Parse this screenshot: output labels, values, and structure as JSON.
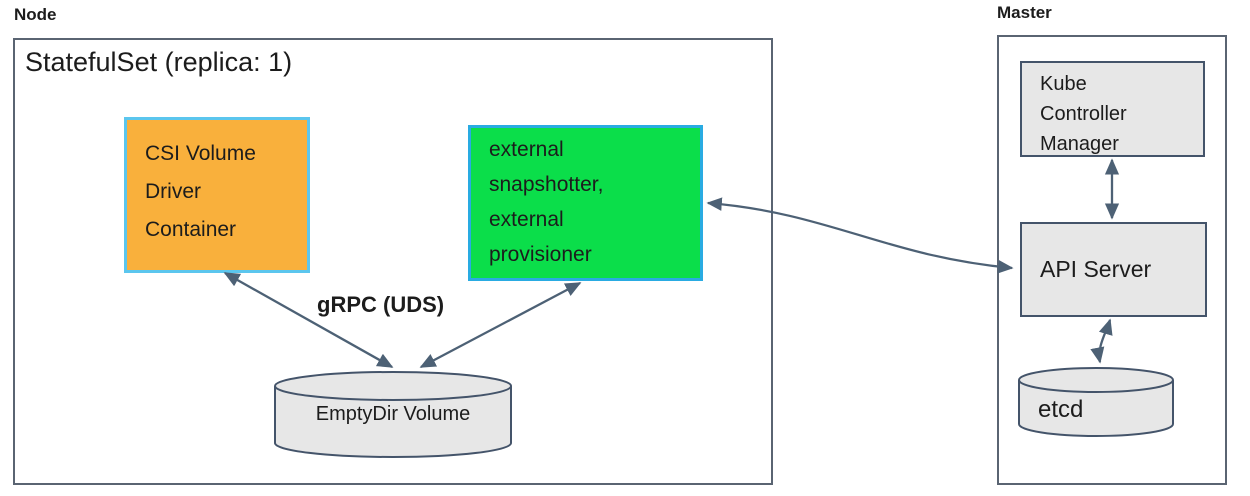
{
  "colors": {
    "orange_fill": "#F9B03C",
    "orange_border": "#5BC6EE",
    "green_fill": "#0BDE4A",
    "green_border": "#29ABE2",
    "gray_fill": "#E7E7E7",
    "gray_border": "#44546A",
    "outer_border": "#5A6472",
    "arrow": "#4D6175"
  },
  "node": {
    "label": "Node",
    "statefulset_title": "StatefulSet (replica: 1)",
    "csi_driver": {
      "lines": [
        "CSI Volume",
        "Driver",
        "Container"
      ]
    },
    "sidecars": {
      "lines": [
        "external",
        "snapshotter,",
        "external",
        "provisioner"
      ]
    },
    "grpc_label": "gRPC (UDS)",
    "emptydir": {
      "label": "EmptyDir Volume"
    }
  },
  "master": {
    "label": "Master",
    "kube_controller_manager": {
      "lines": [
        "Kube",
        "Controller",
        "Manager"
      ]
    },
    "api_server": {
      "label": "API Server"
    },
    "etcd": {
      "label": "etcd"
    }
  }
}
